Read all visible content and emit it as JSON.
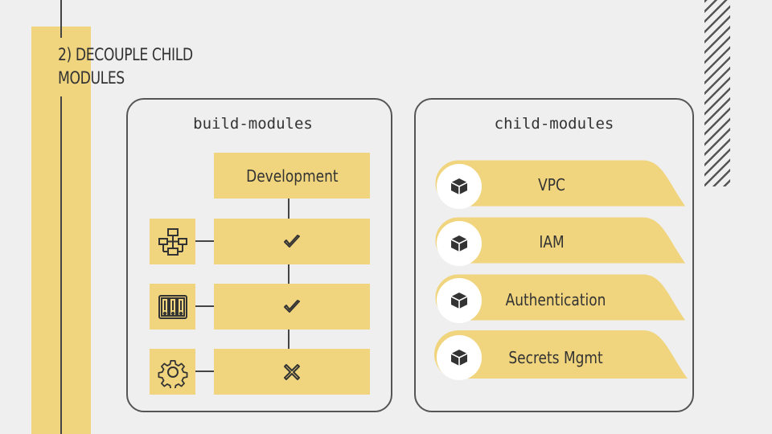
{
  "slide": {
    "title_line1": "2) DECOUPLE CHILD",
    "title_line2": "MODULES"
  },
  "build_panel": {
    "title": "build-modules",
    "stages": [
      {
        "label": "Development"
      },
      {
        "status": "pass",
        "icon": "workflow-icon"
      },
      {
        "status": "pass",
        "icon": "server-rack-icon"
      },
      {
        "status": "fail",
        "icon": "gear-icon"
      }
    ]
  },
  "child_panel": {
    "title": "child-modules",
    "modules": [
      {
        "label": "VPC",
        "icon": "package-icon"
      },
      {
        "label": "IAM",
        "icon": "package-icon"
      },
      {
        "label": "Authentication",
        "icon": "package-icon"
      },
      {
        "label": "Secrets Mgmt",
        "icon": "package-icon"
      }
    ]
  },
  "colors": {
    "accent": "#f0d57e",
    "background": "#efefef",
    "ink": "#333333"
  }
}
